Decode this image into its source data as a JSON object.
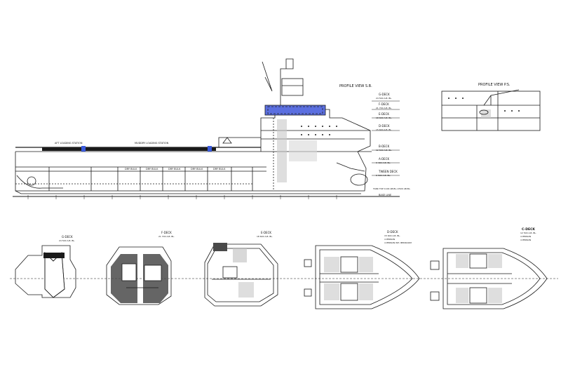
{
  "drawing": {
    "profile_sb_title": "PROFILE VIEW S.B.",
    "profile_ps_title": "PROFILE VIEW P.S.",
    "deck_levels": [
      {
        "name": "G-DECK",
        "sub": "24 500 A.B.  BL."
      },
      {
        "name": "F-DECK",
        "sub": "21 700 A.B.  BL."
      },
      {
        "name": "E-DECK",
        "sub": "18 600 A.B.  BL."
      },
      {
        "name": "D-DECK",
        "sub": "15 600 A.B.  BL."
      },
      {
        "name": "B-DECK",
        "sub": "12 500 A.B.  BL."
      },
      {
        "name": "A-DECK",
        "sub": "9 400 A.B.  BL."
      },
      {
        "name": "TWEEN DECK",
        "sub": "6 500 A.B.  BL."
      }
    ],
    "base_line": "BASE LINE",
    "tank_top": "TANK TOP 1100 AB.BL./1500 AB.BL.",
    "plans": [
      {
        "name": "G-DECK",
        "sub": "24 500 A.B.  BL."
      },
      {
        "name": "F-DECK",
        "sub": "21 700 A.B.  BL."
      },
      {
        "name": "E-DECK",
        "sub": "18 600 A.B.  BL."
      },
      {
        "name": "D-DECK",
        "sub": "15 600 A.B.  BL.",
        "notes": [
          "4 PERSON",
          "4 PERSON WH. BEDROOM"
        ]
      },
      {
        "name": "C-DECK",
        "sub": "12 500 A.B.  BL.",
        "notes": [
          "4 PERSON",
          "4 PERSON"
        ]
      }
    ],
    "hull_labels": [
      "DRY BULK",
      "DRY BULK",
      "DRY BULK",
      "DRY BULK",
      "DRY BULK"
    ],
    "station_labels": [
      "AFT LOADING STATION",
      "MUDDRY LOADING STATION"
    ],
    "colors": {
      "ink": "#1a1a1a",
      "blue": "#3b5bdb",
      "gray": "#9a9a9a"
    }
  }
}
